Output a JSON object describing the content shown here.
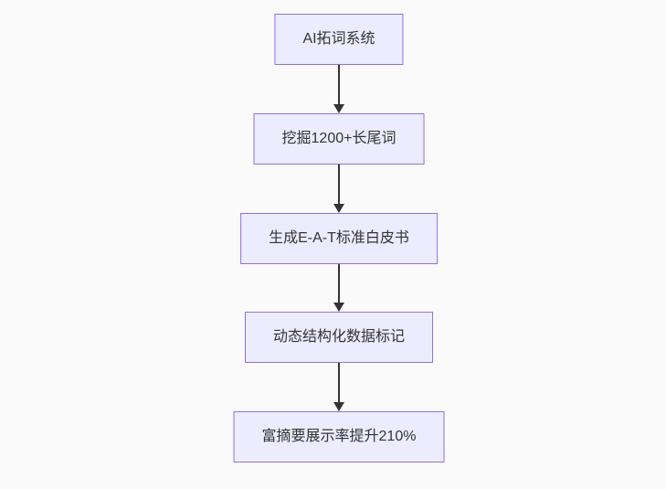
{
  "diagram": {
    "type": "flowchart",
    "direction": "top-down",
    "background_color": "#fafafa",
    "node_fill_color": "#ececff",
    "node_border_color": "#9370db",
    "text_color": "#333333",
    "arrow_color": "#333333",
    "nodes": [
      {
        "id": "n1",
        "label": "AI拓词系统"
      },
      {
        "id": "n2",
        "label": "挖掘1200+长尾词"
      },
      {
        "id": "n3",
        "label": "生成E-A-T标准白皮书"
      },
      {
        "id": "n4",
        "label": "动态结构化数据标记"
      },
      {
        "id": "n5",
        "label": "富摘要展示率提升210%"
      }
    ],
    "edges": [
      {
        "from": "n1",
        "to": "n2"
      },
      {
        "from": "n2",
        "to": "n3"
      },
      {
        "from": "n3",
        "to": "n4"
      },
      {
        "from": "n4",
        "to": "n5"
      }
    ]
  }
}
